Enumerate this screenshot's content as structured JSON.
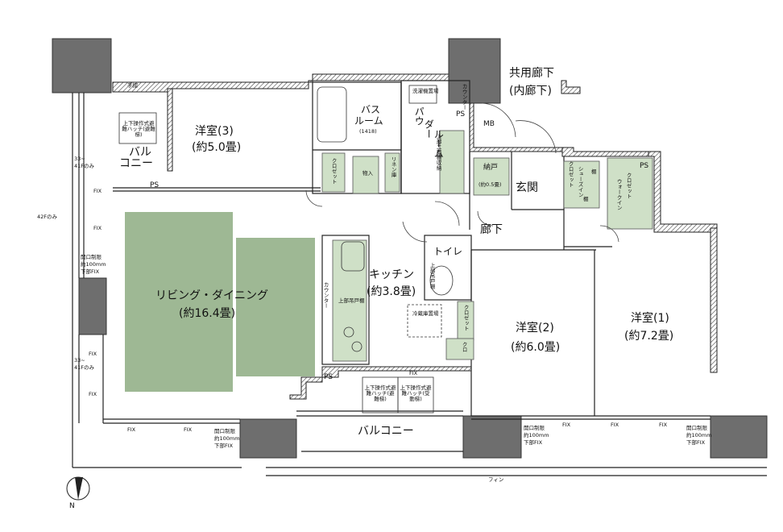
{
  "rooms": {
    "western3_name": "洋室(3)",
    "western3_size": "(約5.0畳)",
    "living_name": "リビング・ダイニング",
    "living_size": "(約16.4畳)",
    "kitchen_name": "キッチン",
    "kitchen_size": "(約3.8畳)",
    "western2_name": "洋室(2)",
    "western2_size": "(約6.0畳)",
    "western1_name": "洋室(1)",
    "western1_size": "(約7.2畳)",
    "bath_name": "バス\nルーム",
    "bath_l1": "バス",
    "bath_l2": "ルーム",
    "bath_size": "(1418)",
    "powder_l1": "パウ",
    "powder_l2": "ダー",
    "powder_l3": "ルーム",
    "storage_name": "納戸",
    "storage_size": "(約0.5畳)",
    "entrance": "玄関",
    "hallway": "廊下",
    "toilet": "トイレ",
    "common_hall_l1": "共用廊下",
    "common_hall_l2": "(内廊下)",
    "balcony_main": "バルコニー",
    "balcony_small_l1": "バル",
    "balcony_small_l2": "コニー"
  },
  "labels": {
    "ps": "PS",
    "mb": "MB",
    "closet": "クロゼット",
    "closet_short": "クロ",
    "shoe_in": "シューズイン",
    "walk_in": "ウォークイン",
    "closet_walk": "クロゼット",
    "linen": "リネン庫",
    "storage_in": "物入",
    "washer": "洗濯機置場",
    "counter": "カウンター",
    "counter2": "カウンター",
    "fridge": "冷蔵庫置場",
    "shelf": "棚",
    "upper_cabinet": "上部吊戸棚",
    "upper_cabinet2": "上部吊戸棚",
    "upper_shelf": "上部二面棚収納",
    "hatch1": "上下操作式避難ハッチ(避難梯)",
    "hatch2": "上下操作式避難ハッチ(避難梯)",
    "hatch3": "上下操作式避難ハッチ(受動梯)",
    "fix": "FIX",
    "floor_33": "33~\n41Fのみ",
    "floor_33_l1": "33~",
    "floor_33_l2": "41Fのみ",
    "floor_42": "42Fのみ",
    "open_limit_l1": "開口制限",
    "open_limit_l2": "約100mm",
    "open_limit_l3": "下部FIX",
    "fin": "フィン",
    "railing": "手摺",
    "north": "N"
  }
}
